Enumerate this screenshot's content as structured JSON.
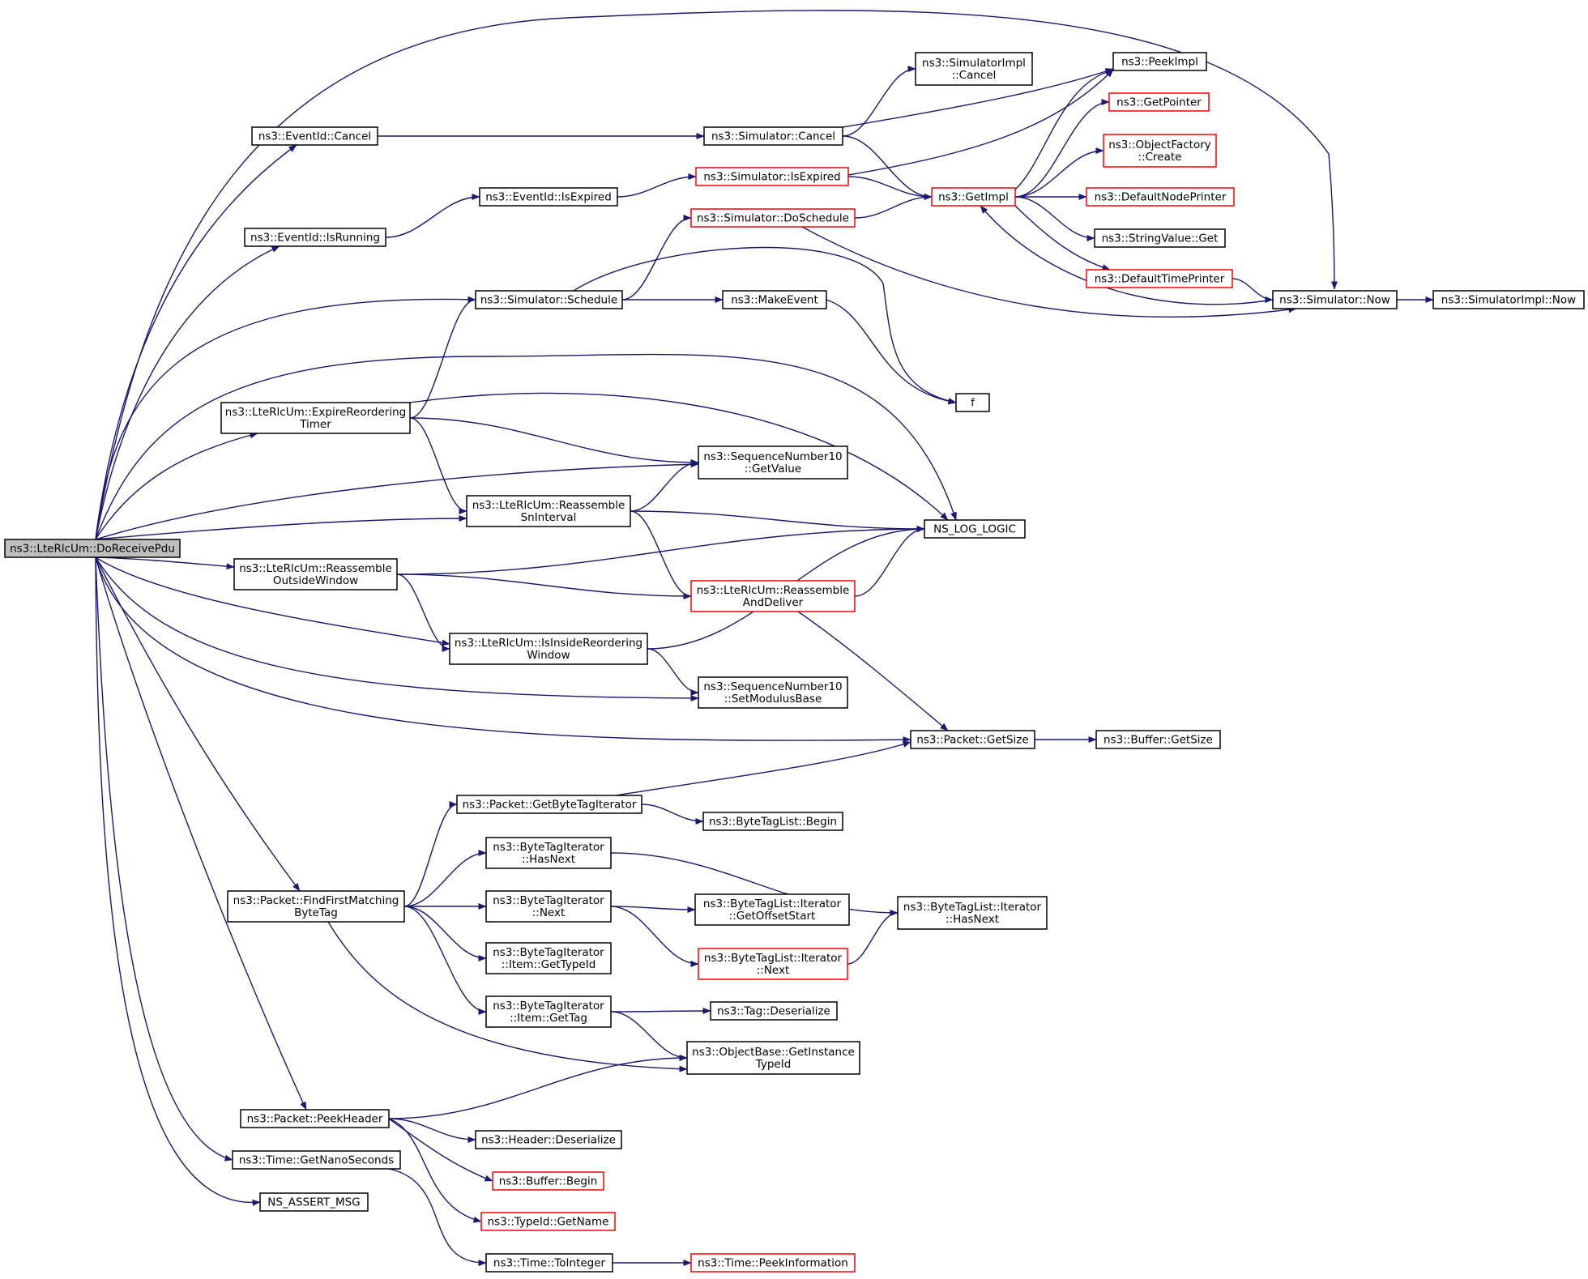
{
  "nodes": [
    {
      "id": "root",
      "lines": [
        "ns3::LteRlcUm::DoReceivePdu"
      ],
      "root": true
    },
    {
      "id": "eventid_cancel",
      "lines": [
        "ns3::EventId::Cancel"
      ]
    },
    {
      "id": "eventid_isrunning",
      "lines": [
        "ns3::EventId::IsRunning"
      ]
    },
    {
      "id": "eventid_isexpired",
      "lines": [
        "ns3::EventId::IsExpired"
      ]
    },
    {
      "id": "sim_cancel",
      "lines": [
        "ns3::Simulator::Cancel"
      ]
    },
    {
      "id": "simimpl_cancel",
      "lines": [
        "ns3::SimulatorImpl",
        "::Cancel"
      ]
    },
    {
      "id": "peekimpl",
      "lines": [
        "ns3::PeekImpl"
      ]
    },
    {
      "id": "getpointer",
      "lines": [
        "ns3::GetPointer"
      ],
      "red": true
    },
    {
      "id": "objfactory_create",
      "lines": [
        "ns3::ObjectFactory",
        "::Create"
      ],
      "red": true
    },
    {
      "id": "sim_isexpired",
      "lines": [
        "ns3::Simulator::IsExpired"
      ],
      "red": true
    },
    {
      "id": "getimpl",
      "lines": [
        "ns3::GetImpl"
      ],
      "red": true
    },
    {
      "id": "defnodeprinter",
      "lines": [
        "ns3::DefaultNodePrinter"
      ],
      "red": true
    },
    {
      "id": "sim_doschedule",
      "lines": [
        "ns3::Simulator::DoSchedule"
      ],
      "red": true
    },
    {
      "id": "stringvalue_get",
      "lines": [
        "ns3::StringValue::Get"
      ]
    },
    {
      "id": "deftimeprinter",
      "lines": [
        "ns3::DefaultTimePrinter"
      ],
      "red": true
    },
    {
      "id": "sim_schedule",
      "lines": [
        "ns3::Simulator::Schedule"
      ]
    },
    {
      "id": "makeevent",
      "lines": [
        "ns3::MakeEvent"
      ]
    },
    {
      "id": "sim_now",
      "lines": [
        "ns3::Simulator::Now"
      ]
    },
    {
      "id": "simimpl_now",
      "lines": [
        "ns3::SimulatorImpl::Now"
      ]
    },
    {
      "id": "f",
      "lines": [
        "f"
      ]
    },
    {
      "id": "expire_reordering",
      "lines": [
        "ns3::LteRlcUm::ExpireReordering",
        "Timer"
      ]
    },
    {
      "id": "sn10_getvalue",
      "lines": [
        "ns3::SequenceNumber10",
        "::GetValue"
      ]
    },
    {
      "id": "reassemble_sninterval",
      "lines": [
        "ns3::LteRlcUm::Reassemble",
        "SnInterval"
      ]
    },
    {
      "id": "ns_log_logic",
      "lines": [
        "NS_LOG_LOGIC"
      ]
    },
    {
      "id": "reassemble_outside",
      "lines": [
        "ns3::LteRlcUm::Reassemble",
        "OutsideWindow"
      ]
    },
    {
      "id": "reassemble_deliver",
      "lines": [
        "ns3::LteRlcUm::Reassemble",
        "AndDeliver"
      ],
      "red": true
    },
    {
      "id": "isinside_reordering",
      "lines": [
        "ns3::LteRlcUm::IsInsideReordering",
        "Window"
      ]
    },
    {
      "id": "sn10_setmodulus",
      "lines": [
        "ns3::SequenceNumber10",
        "::SetModulusBase"
      ]
    },
    {
      "id": "packet_getsize",
      "lines": [
        "ns3::Packet::GetSize"
      ]
    },
    {
      "id": "buffer_getsize",
      "lines": [
        "ns3::Buffer::GetSize"
      ]
    },
    {
      "id": "packet_getbytetagiter",
      "lines": [
        "ns3::Packet::GetByteTagIterator"
      ]
    },
    {
      "id": "bytetaglist_begin",
      "lines": [
        "ns3::ByteTagList::Begin"
      ]
    },
    {
      "id": "bti_hasnext",
      "lines": [
        "ns3::ByteTagIterator",
        "::HasNext"
      ]
    },
    {
      "id": "findfirstmatching",
      "lines": [
        "ns3::Packet::FindFirstMatching",
        "ByteTag"
      ]
    },
    {
      "id": "bti_next",
      "lines": [
        "ns3::ByteTagIterator",
        "::Next"
      ]
    },
    {
      "id": "btl_iter_getoffsetstart",
      "lines": [
        "ns3::ByteTagList::Iterator",
        "::GetOffsetStart"
      ]
    },
    {
      "id": "btl_iter_hasnext",
      "lines": [
        "ns3::ByteTagList::Iterator",
        "::HasNext"
      ]
    },
    {
      "id": "bti_item_gettypeid",
      "lines": [
        "ns3::ByteTagIterator",
        "::Item::GetTypeId"
      ]
    },
    {
      "id": "btl_iter_next",
      "lines": [
        "ns3::ByteTagList::Iterator",
        "::Next"
      ],
      "red": true
    },
    {
      "id": "bti_item_gettag",
      "lines": [
        "ns3::ByteTagIterator",
        "::Item::GetTag"
      ]
    },
    {
      "id": "tag_deserialize",
      "lines": [
        "ns3::Tag::Deserialize"
      ]
    },
    {
      "id": "objbase_getinstance",
      "lines": [
        "ns3::ObjectBase::GetInstance",
        "TypeId"
      ]
    },
    {
      "id": "packet_peekheader",
      "lines": [
        "ns3::Packet::PeekHeader"
      ]
    },
    {
      "id": "header_deserialize",
      "lines": [
        "ns3::Header::Deserialize"
      ]
    },
    {
      "id": "time_getnano",
      "lines": [
        "ns3::Time::GetNanoSeconds"
      ]
    },
    {
      "id": "buffer_begin",
      "lines": [
        "ns3::Buffer::Begin"
      ],
      "red": true
    },
    {
      "id": "ns_assert_msg",
      "lines": [
        "NS_ASSERT_MSG"
      ]
    },
    {
      "id": "typeid_getname",
      "lines": [
        "ns3::TypeId::GetName"
      ],
      "red": true
    },
    {
      "id": "time_tointeger",
      "lines": [
        "ns3::Time::ToInteger"
      ]
    },
    {
      "id": "time_peekinfo",
      "lines": [
        "ns3::Time::PeekInformation"
      ],
      "red": true
    }
  ],
  "edges": [
    [
      "root",
      "sim_now"
    ],
    [
      "root",
      "eventid_cancel"
    ],
    [
      "root",
      "eventid_isrunning"
    ],
    [
      "root",
      "sim_schedule"
    ],
    [
      "root",
      "ns_log_logic"
    ],
    [
      "root",
      "expire_reordering"
    ],
    [
      "root",
      "sn10_getvalue"
    ],
    [
      "root",
      "reassemble_sninterval"
    ],
    [
      "root",
      "reassemble_outside"
    ],
    [
      "root",
      "isinside_reordering"
    ],
    [
      "root",
      "sn10_setmodulus"
    ],
    [
      "root",
      "packet_getsize"
    ],
    [
      "root",
      "findfirstmatching"
    ],
    [
      "root",
      "packet_peekheader"
    ],
    [
      "root",
      "time_getnano"
    ],
    [
      "root",
      "ns_assert_msg"
    ],
    [
      "eventid_cancel",
      "sim_cancel"
    ],
    [
      "eventid_isrunning",
      "eventid_isexpired"
    ],
    [
      "eventid_isexpired",
      "sim_isexpired"
    ],
    [
      "sim_cancel",
      "simimpl_cancel"
    ],
    [
      "sim_cancel",
      "peekimpl"
    ],
    [
      "sim_cancel",
      "getimpl"
    ],
    [
      "sim_isexpired",
      "peekimpl"
    ],
    [
      "sim_isexpired",
      "getimpl"
    ],
    [
      "getimpl",
      "peekimpl"
    ],
    [
      "getimpl",
      "getpointer"
    ],
    [
      "getimpl",
      "objfactory_create"
    ],
    [
      "getimpl",
      "defnodeprinter"
    ],
    [
      "getimpl",
      "stringvalue_get"
    ],
    [
      "getimpl",
      "deftimeprinter"
    ],
    [
      "deftimeprinter",
      "sim_now"
    ],
    [
      "sim_now",
      "getimpl"
    ],
    [
      "sim_now",
      "simimpl_now"
    ],
    [
      "sim_doschedule",
      "getimpl"
    ],
    [
      "sim_doschedule",
      "sim_now"
    ],
    [
      "sim_schedule",
      "sim_doschedule"
    ],
    [
      "sim_schedule",
      "makeevent"
    ],
    [
      "sim_schedule",
      "f"
    ],
    [
      "makeevent",
      "f"
    ],
    [
      "expire_reordering",
      "sim_schedule"
    ],
    [
      "expire_reordering",
      "ns_log_logic"
    ],
    [
      "expire_reordering",
      "sn10_getvalue"
    ],
    [
      "expire_reordering",
      "reassemble_sninterval"
    ],
    [
      "reassemble_sninterval",
      "sn10_getvalue"
    ],
    [
      "reassemble_sninterval",
      "ns_log_logic"
    ],
    [
      "reassemble_sninterval",
      "reassemble_deliver"
    ],
    [
      "reassemble_outside",
      "ns_log_logic"
    ],
    [
      "reassemble_outside",
      "reassemble_deliver"
    ],
    [
      "reassemble_outside",
      "isinside_reordering"
    ],
    [
      "reassemble_deliver",
      "ns_log_logic"
    ],
    [
      "reassemble_deliver",
      "packet_getsize"
    ],
    [
      "isinside_reordering",
      "ns_log_logic"
    ],
    [
      "isinside_reordering",
      "sn10_setmodulus"
    ],
    [
      "packet_getsize",
      "buffer_getsize"
    ],
    [
      "packet_getbytetagiter",
      "packet_getsize"
    ],
    [
      "packet_getbytetagiter",
      "bytetaglist_begin"
    ],
    [
      "findfirstmatching",
      "packet_getbytetagiter"
    ],
    [
      "findfirstmatching",
      "bti_hasnext"
    ],
    [
      "findfirstmatching",
      "bti_next"
    ],
    [
      "findfirstmatching",
      "bti_item_gettypeid"
    ],
    [
      "findfirstmatching",
      "bti_item_gettag"
    ],
    [
      "findfirstmatching",
      "objbase_getinstance"
    ],
    [
      "bti_hasnext",
      "btl_iter_hasnext"
    ],
    [
      "bti_next",
      "btl_iter_getoffsetstart"
    ],
    [
      "bti_next",
      "btl_iter_next"
    ],
    [
      "btl_iter_next",
      "btl_iter_hasnext"
    ],
    [
      "bti_item_gettag",
      "tag_deserialize"
    ],
    [
      "bti_item_gettag",
      "objbase_getinstance"
    ],
    [
      "packet_peekheader",
      "objbase_getinstance"
    ],
    [
      "packet_peekheader",
      "header_deserialize"
    ],
    [
      "packet_peekheader",
      "buffer_begin"
    ],
    [
      "packet_peekheader",
      "typeid_getname"
    ],
    [
      "time_getnano",
      "time_tointeger"
    ],
    [
      "time_tointeger",
      "time_peekinfo"
    ]
  ]
}
